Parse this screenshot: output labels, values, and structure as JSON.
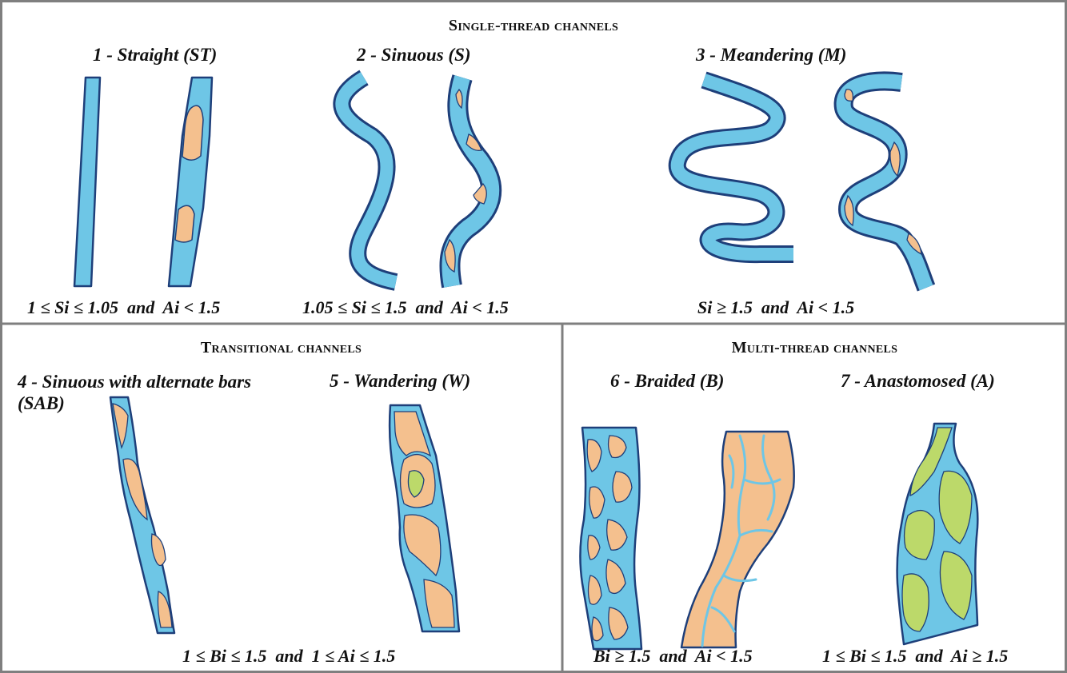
{
  "sections": {
    "single": {
      "title": "Single-thread channels"
    },
    "transitional": {
      "title": "Transitional channels"
    },
    "multi": {
      "title": "Multi-thread channels"
    }
  },
  "types": [
    {
      "label": "1 - Straight (ST)"
    },
    {
      "label": "2 - Sinuous (S)"
    },
    {
      "label": "3 - Meandering (M)"
    },
    {
      "label": "4 - Sinuous with alternate bars (SAB)"
    },
    {
      "label": "5 - Wandering (W)"
    },
    {
      "label": "6 - Braided (B)"
    },
    {
      "label": "7 - Anastomosed (A)"
    }
  ],
  "formulas": {
    "straight": "1 ≤ Si ≤ 1.05  and  Ai < 1.5",
    "sinuous": "1.05 ≤ Si ≤ 1.5  and  Ai < 1.5",
    "meandering": "Si ≥ 1.5  and  Ai < 1.5",
    "transitional": "1 ≤ Bi ≤ 1.5  and  1 ≤ Ai ≤ 1.5",
    "braided": "Bi ≥ 1.5  and  Ai < 1.5",
    "anastomosed": "1 ≤ Bi ≤ 1.5  and  Ai ≥ 1.5"
  },
  "colors": {
    "water": "#6ec6e6",
    "bank": "#1e3f7a",
    "bar": "#f4c08e",
    "vegetated_island": "#bcd96a",
    "border": "#7f7f7f"
  }
}
